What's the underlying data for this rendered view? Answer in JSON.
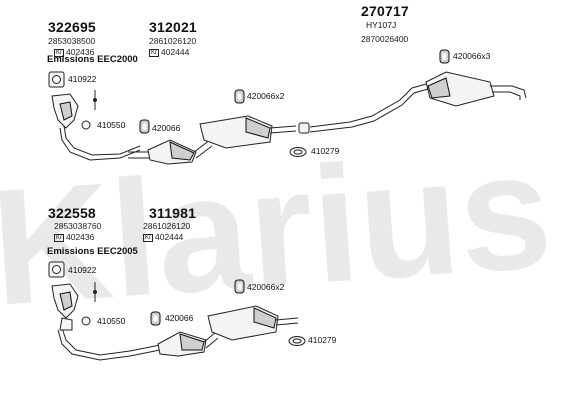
{
  "watermark": "Klarius",
  "top": {
    "part_a": {
      "number": "322695",
      "oe": "2853038500",
      "kr": "402436"
    },
    "part_b": {
      "number": "312021",
      "oe": "2861026120",
      "kr": "402444"
    },
    "part_c": {
      "number": "270717",
      "alt": "HY107J",
      "oe": "2870026400"
    },
    "emissions": "Emissions EEC2000",
    "labels": {
      "gasket": "410922",
      "sensor": "410550",
      "mount_a": "420066",
      "mount_b": "420066x2",
      "mount_c": "420066x3",
      "clamp": "410279"
    }
  },
  "bottom": {
    "part_a": {
      "number": "322558",
      "oe": "2853038760",
      "kr": "402436"
    },
    "part_b": {
      "number": "311981",
      "oe": "2861026120",
      "kr": "402444"
    },
    "emissions": "Emissions EEC2005",
    "labels": {
      "gasket": "410922",
      "sensor": "410550",
      "mount_a": "420066",
      "mount_b": "420066x2",
      "clamp": "410279"
    }
  },
  "icons": {
    "kr_badge": "Kr"
  }
}
